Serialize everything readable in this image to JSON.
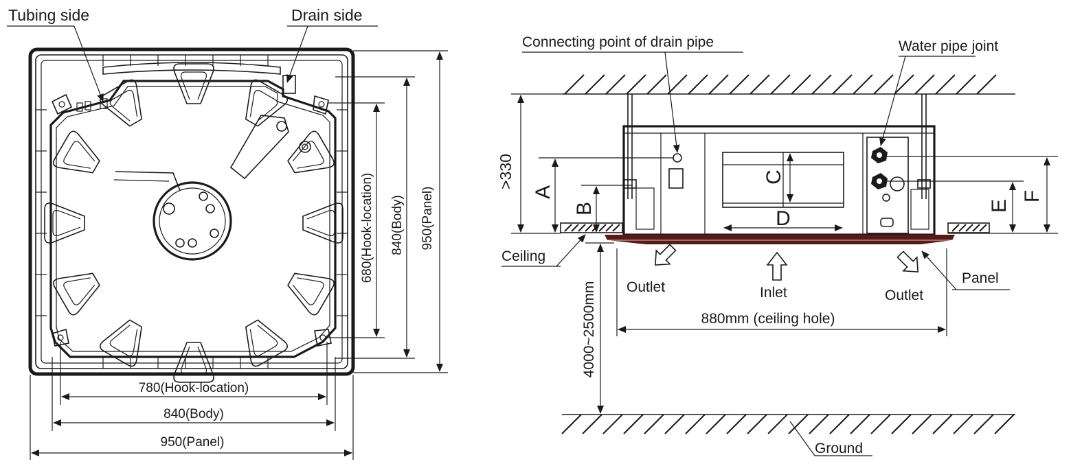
{
  "top_view": {
    "tubing_side": "Tubing side",
    "drain_side": "Drain side",
    "dim_hook_v": "680(Hook-location)",
    "dim_body_v": "840(Body)",
    "dim_panel_v": "950(Panel)",
    "dim_hook_h": "780(Hook-location)",
    "dim_body_h": "840(Body)",
    "dim_panel_h": "950(Panel)"
  },
  "side_view": {
    "drain_pipe_point": "Connecting point of drain pipe",
    "water_pipe_joint": "Water pipe joint",
    "height_min": ">330",
    "letters": [
      "A",
      "B",
      "C",
      "D",
      "E",
      "F"
    ],
    "ceiling": "Ceiling",
    "outlet_left": "Outlet",
    "inlet": "Inlet",
    "outlet_right": "Outlet",
    "panel": "Panel",
    "ceiling_hole": "880mm (ceiling hole)",
    "install_height": "4000~2500mm",
    "ground": "Ground"
  },
  "colors": {
    "line": "#1a1a1a",
    "panel": "#5a1a14",
    "background": "#ffffff"
  }
}
